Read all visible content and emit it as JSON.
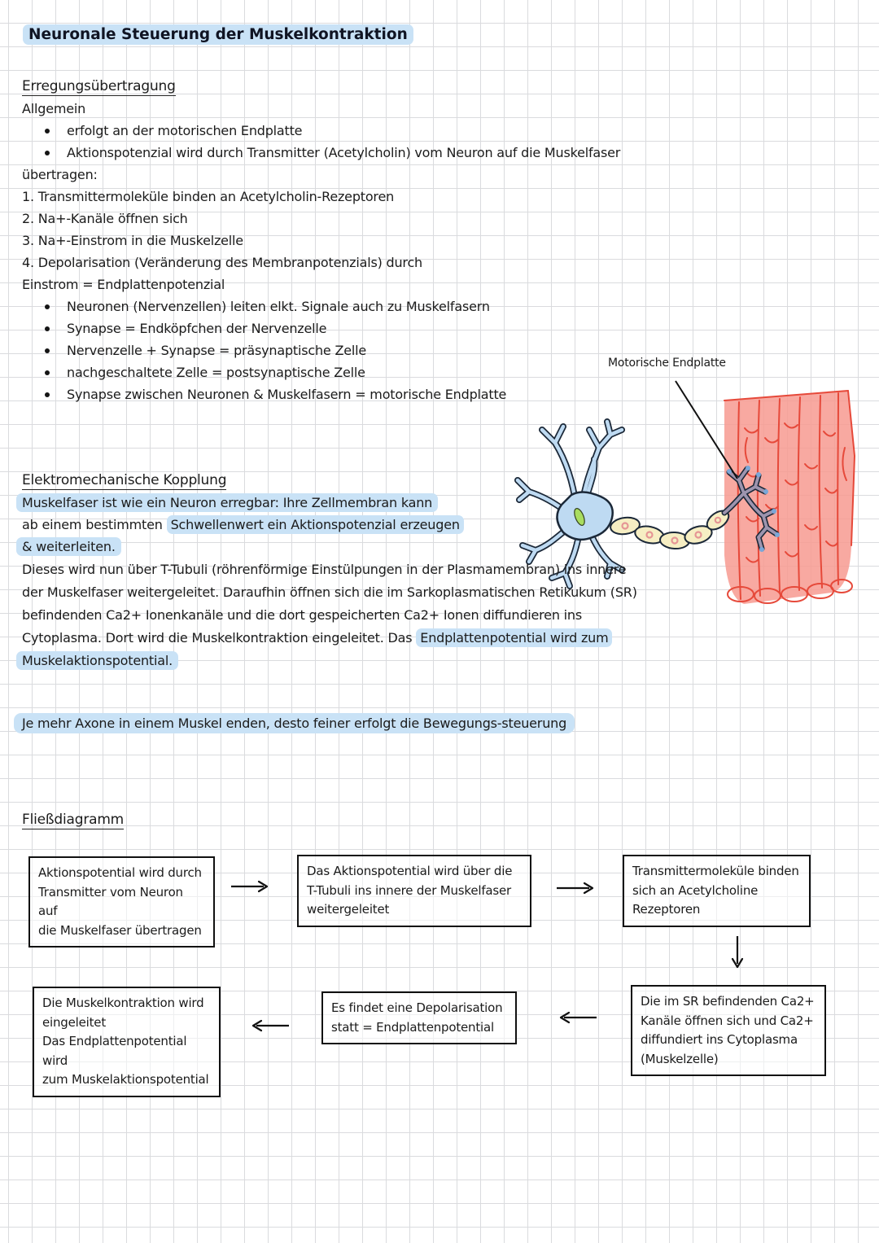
{
  "title": "Neuronale Steuerung der Muskelkontraktion",
  "erregung": {
    "heading": "Erregungsübertragung",
    "subheading": "Allgemein",
    "bullets_top": [
      "erfolgt an der motorischen Endplatte",
      "Aktionspotenzial wird durch Transmitter (Acetylcholin) vom Neuron auf die Muskelfaser"
    ],
    "bullets_top_continuation": "übertragen:",
    "numbered": [
      "1. Transmittermoleküle binden an Acetylcholin-Rezeptoren",
      "2. Na+-Kanäle öffnen sich",
      "3. Na+-Einstrom in die Muskelzelle",
      "4. Depolarisation (Veränderung des Membranpotenzials) durch"
    ],
    "numbered_continuation": "Einstrom = Endplattenpotenzial",
    "bullets_main": [
      "Neuronen (Nervenzellen) leiten elkt. Signale auch zu Muskelfasern",
      "Synapse = Endköpfchen der Nervenzelle",
      "Nervenzelle + Synapse = präsynaptische Zelle",
      "nachgeschaltete Zelle = postsynaptische Zelle",
      "Synapse zwischen Neuronen & Muskelfasern = motorische Endplatte"
    ]
  },
  "diagram": {
    "label": "Motorische Endplatte"
  },
  "kopplung": {
    "heading": "Elektromechanische Kopplung",
    "hl_line1": "Muskelfaser ist wie ein Neuron erregbar: Ihre Zellmembran kann",
    "line2_plain": "ab einem bestimmten ",
    "line2_hl": "Schwellenwert ein Aktionspotenzial erzeugen",
    "line3_hl": "& weiterleiten.",
    "para_line1": "Dieses wird nun über T-Tubuli (röhrenförmige Einstülpungen in der Plasmamembran) ins innere",
    "para_line2": "der Muskelfaser weitergeleitet. Daraufhin öffnen sich die im Sarkoplasmatischen Retikukum (SR)",
    "para_line3": "befindenden Ca2+ Ionenkanäle und die dort gespeicherten Ca2+ Ionen diffundieren ins",
    "para_line4_plain": "Cytoplasma. Dort wird die Muskelkontraktion eingeleitet. Das ",
    "para_line4_hl": "Endplattenpotential wird zum",
    "para_line5_hl": "Muskelaktionspotential."
  },
  "note": {
    "highlighted_sentence": "Je mehr Axone in einem Muskel enden, desto feiner erfolgt die Bewegungs-steuerung"
  },
  "flowchart": {
    "heading": "Fließdiagramm",
    "boxes": [
      {
        "id": "box-1",
        "text": "Aktionspotential wird durch\nTransmitter vom Neuron auf\ndie Muskelfaser übertragen"
      },
      {
        "id": "box-2",
        "text": "Das Aktionspotential wird über die\nT-Tubuli ins innere der Muskelfaser\nweitergeleitet"
      },
      {
        "id": "box-3",
        "text": "Transmittermoleküle binden\nsich an Acetylcholine\nRezeptoren"
      },
      {
        "id": "box-4",
        "text": "Die Muskelkontraktion wird\neingeleitet\nDas Endplattenpotential wird\nzum Muskelaktionspotential"
      },
      {
        "id": "box-5",
        "text": "Es findet eine Depolarisation\nstatt = Endplattenpotential"
      },
      {
        "id": "box-6",
        "text": "Die im SR befindenden Ca2+\nKanäle öffnen sich und Ca2+\ndiffundiert ins Cytoplasma\n(Muskelzelle)"
      }
    ]
  },
  "colors": {
    "highlight": "#c9e2f6",
    "ink": "#1b1b1b",
    "grid_line": "#dadbde",
    "muscle_fill": "#f79a90",
    "muscle_stroke": "#e6493a",
    "neuron_fill": "#bedaf2",
    "neuron_outline": "#1b2838",
    "nucleus_green": "#a9dd60",
    "myelin_fill": "#f6eec3",
    "myelin_dot": "#e59595",
    "terminal_fill": "#9d94ae"
  }
}
